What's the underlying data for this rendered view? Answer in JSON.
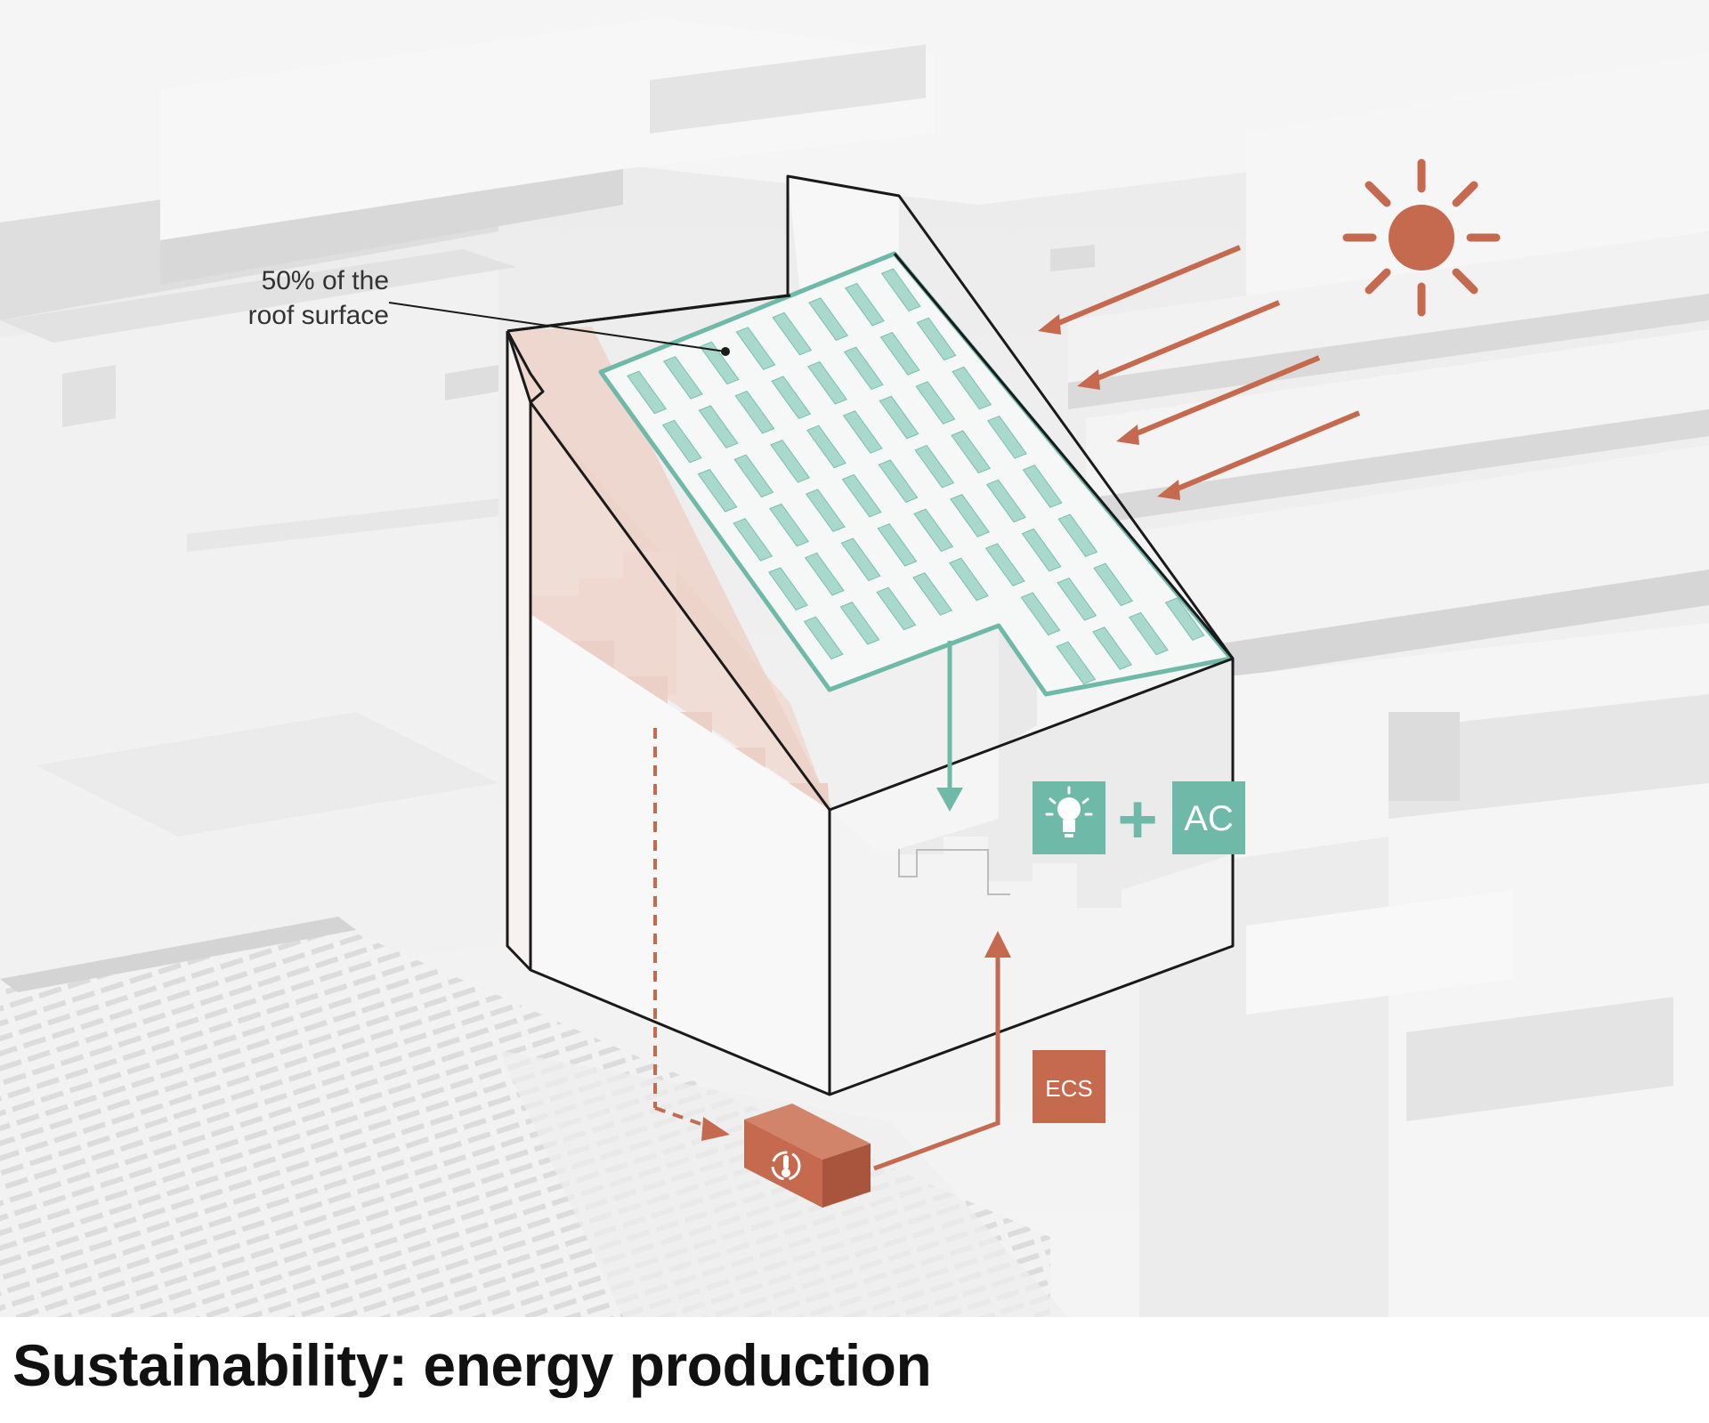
{
  "annotation": {
    "line1": "50% of the",
    "line2": "roof surface"
  },
  "badges": {
    "ac": "AC",
    "plus": "+",
    "ecs": "ECS"
  },
  "caption": "Sustainability: energy production",
  "icons": {
    "sun": "sun-icon",
    "lightbulb": "lightbulb-icon",
    "heat_pump": "thermometer-cycle-icon"
  },
  "colors": {
    "teal": "#6fb9a8",
    "terracotta": "#c66a4f",
    "ink": "#1a1a1a",
    "context": "#f0f0f0"
  }
}
